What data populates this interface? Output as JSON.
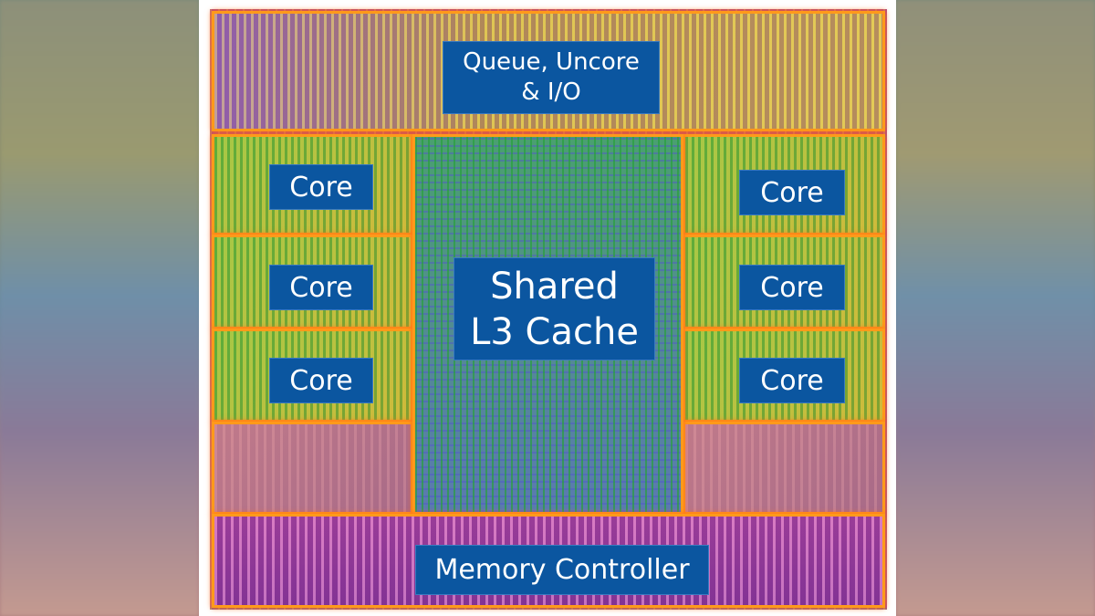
{
  "labels": {
    "uncore_line1": "Queue, Uncore",
    "uncore_line2": "& I/O",
    "core": "Core",
    "cache_line1": "Shared",
    "cache_line2": "L3 Cache",
    "memory": "Memory Controller"
  },
  "colors": {
    "outline": "#ff9a1a",
    "label_bg": "#0b56a0"
  }
}
